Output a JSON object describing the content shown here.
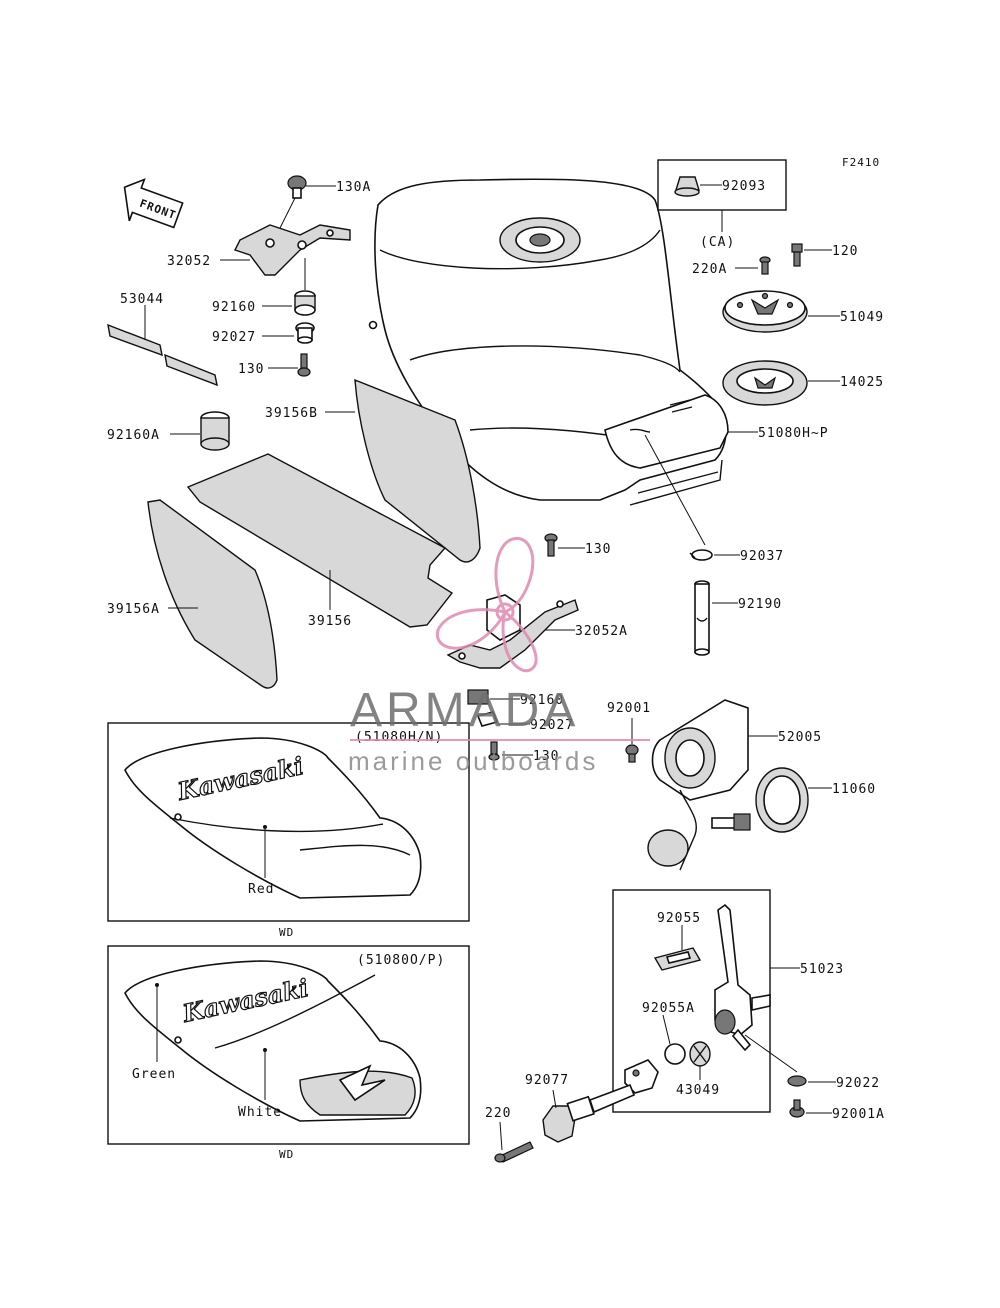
{
  "figure_code": "F2410",
  "front_label": "FRONT",
  "watermark": {
    "brand": "ARMADA",
    "tagline": "marine outboards",
    "accent_color": "#e08ab0"
  },
  "part_labels": {
    "p130A": "130A",
    "p32052": "32052",
    "p53044": "53044",
    "p92160": "92160",
    "p92027": "92027",
    "p130": "130",
    "p39156B": "39156B",
    "p92160A": "92160A",
    "p39156A": "39156A",
    "p39156": "39156",
    "p130b": "130",
    "p32052A": "32052A",
    "p92160b": "92160",
    "p92027b": "92027",
    "p130c": "130",
    "p92093": "92093",
    "pCA": "(CA)",
    "p220A": "220A",
    "p120": "120",
    "p51049": "51049",
    "p14025": "14025",
    "p51080": "51080H~P",
    "p92037": "92037",
    "p92190": "92190",
    "p92001": "92001",
    "p52005": "52005",
    "p11060": "11060",
    "p92055": "92055",
    "p51023": "51023",
    "p92055A": "92055A",
    "p43049": "43049",
    "p92022": "92022",
    "p92001A": "92001A",
    "p92077": "92077",
    "p220": "220"
  },
  "inset_top": {
    "caption": "(51080H/N)",
    "brand": "Kawasaki",
    "color_label": "Red",
    "footer": "WD"
  },
  "inset_bottom": {
    "caption": "(51080O/P)",
    "brand": "Kawasaki",
    "color_label_1": "Green",
    "color_label_2": "White",
    "footer": "WD"
  }
}
